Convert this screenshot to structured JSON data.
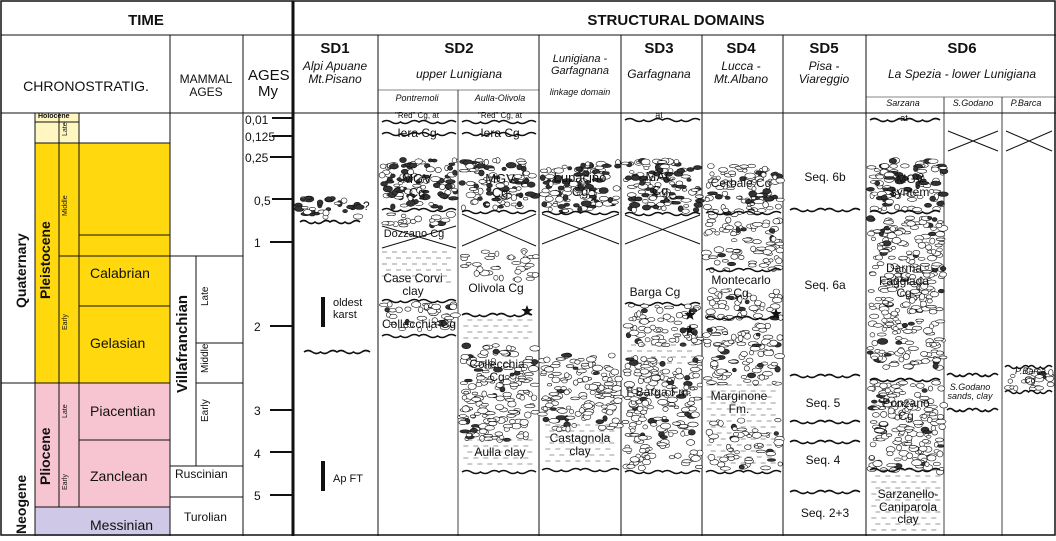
{
  "colors": {
    "holocene": "#fff6c2",
    "pleistocene": "#ffd80d",
    "pliocene": "#f7c5d2",
    "messinian": "#cfc8e6",
    "line": "#111111",
    "pebble_dark": "#333333"
  },
  "time_header": "TIME",
  "struct_header": "STRUCTURAL DOMAINS",
  "chrono_header": "CHRONOSTRATIG.",
  "mammal_header": "MAMMAL AGES",
  "ages_header": "AGES My",
  "periods": [
    "Quaternary",
    "Neogene"
  ],
  "epochs": [
    "Holocene",
    "Pleistocene",
    "Pliocene"
  ],
  "subepochs": [
    "Late",
    "Middle",
    "Early",
    "Late",
    "Early"
  ],
  "stages": [
    "Calabrian",
    "Gelasian",
    "Piacentian",
    "Zanclean",
    "Messinian"
  ],
  "mammal": {
    "villafranchian": "Villafranchian",
    "sub": [
      "Late",
      "Middle",
      "Early"
    ],
    "ruscinian": "Ruscinian",
    "turolian": "Turolian"
  },
  "ages": [
    "0,01",
    "0,125",
    "0,25",
    "0,5",
    "1",
    "2",
    "3",
    "4",
    "5"
  ],
  "domains": [
    {
      "id": "SD1",
      "name": "Alpi Apuane Mt.Pisano"
    },
    {
      "id": "SD2",
      "name": "upper Lunigiana",
      "subs": [
        "Pontremoli",
        "Aulla-Olivola"
      ]
    },
    {
      "id": "",
      "name": "Lunigiana - Garfagnana",
      "extra": "linkage domain"
    },
    {
      "id": "SD3",
      "name": "Garfagnana"
    },
    {
      "id": "SD4",
      "name": "Lucca - Mt.Albano"
    },
    {
      "id": "SD5",
      "name": "Pisa - Viareggio"
    },
    {
      "id": "SD6",
      "name": "La Spezia - lower Lunigiana",
      "subs": [
        "Sarzana",
        "S.Godano",
        "P.Barca"
      ]
    }
  ],
  "units": {
    "sd1_q": "?",
    "sd1_karst": "oldest karst",
    "sd1_apft": "Ap FT",
    "red_cg": "\"Red\" Cg, at",
    "iera_cg": "Iera Cg",
    "mgv_cg": "MGV Cg",
    "dozzano_cg": "Dozzano Cg",
    "case_corvi": "Case Corvi clay",
    "collecchia_cg": "Collecchia Cg",
    "olivola_cg": "Olivola Cg",
    "aulla_clay": "Aulla clay",
    "lupacino_cg": "Lupacino Cg",
    "castagnola": "Castagnola clay",
    "at": "at",
    "mac_cg": "MAC Cg",
    "barga_cg": "Barga Cg",
    "fbarga": "F.Barga Fm.",
    "cerbaie": "Cerbaie Cg",
    "montecarlo": "Montecarlo Cg",
    "marginone": "Marginone Fm.",
    "seq6b": "Seq. 6b",
    "seq6a": "Seq. 6a",
    "seq5": "Seq. 5",
    "seq4": "Seq. 4",
    "seq23": "Seq. 2+3",
    "mgv_syntem": "MGV syntem",
    "darma": "Darma Faggiada Cg",
    "ponzano": "Ponzano Cg",
    "sarzanello": "Sarzanello-Caniparola clay",
    "sgodano_sands": "S.Godano sands, clay",
    "pbarca_cg": "P.Barca Cg"
  }
}
